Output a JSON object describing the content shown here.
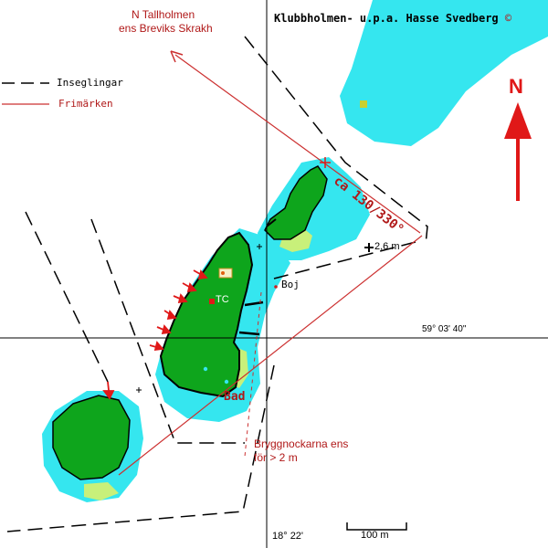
{
  "map_title": "Klubbholmen- u.p.a. Hasse Svedberg",
  "copyright_symbol": "©",
  "north_label": "N",
  "legend": {
    "approach_label": "Inseglingar",
    "bearing_label": "Frimärken"
  },
  "bearing_target_line1": "N Tallholmen",
  "bearing_target_line2": "ens Breviks Skrakh",
  "bearing_value": "ca 130/330°",
  "depth_label": "2,6 m",
  "buoy_label": "Boj",
  "tc_label": "TC",
  "bath_label": "Bad",
  "pier_note_line1": "Bryggnockarna ens",
  "pier_note_line2": "för > 2 m",
  "latitude_label": "59° 03' 40\"",
  "longitude_label": "18° 22'",
  "scale_label": "100 m",
  "colors": {
    "water_shallow": "#35e6ef",
    "land": "#0ea51c",
    "beach": "#c8f07a",
    "bearing_line": "#cc3030",
    "text_red": "#b01818",
    "north_arrow": "#e01818"
  }
}
